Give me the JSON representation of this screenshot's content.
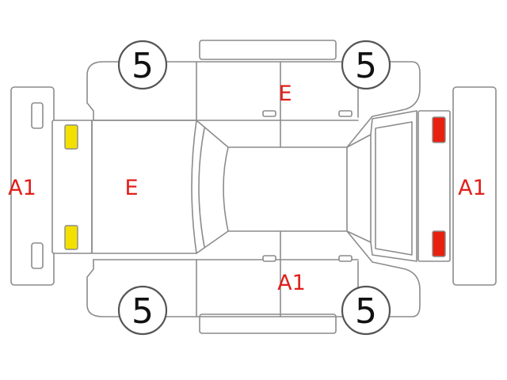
{
  "colors": {
    "line": "#8c8c8c",
    "damage_code": "#e0201a",
    "fog_light": "#f4e000",
    "tail_light": "#e8200f"
  },
  "tires": {
    "front_left": "5",
    "rear_left": "5",
    "front_right": "5",
    "rear_right": "5"
  },
  "codes": {
    "front_bumper": "A1",
    "hood": "E",
    "right_doors": "E",
    "left_doors": "A1",
    "rear_bumper": "A1"
  }
}
